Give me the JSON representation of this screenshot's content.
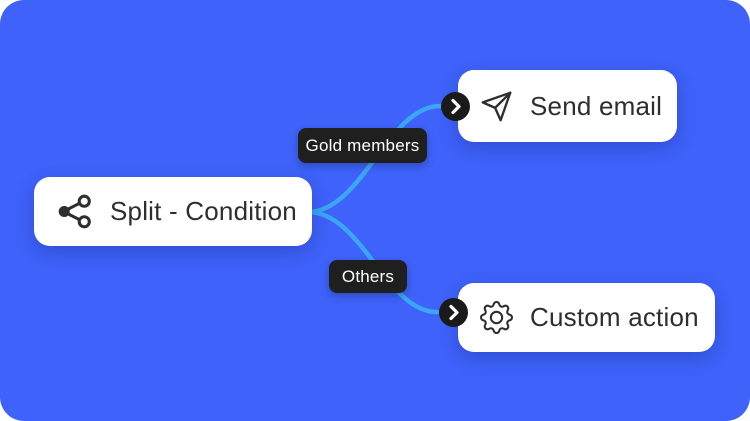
{
  "colors": {
    "canvas_bg": "#3E62FA",
    "connector": "#3BA6F5",
    "node_bg": "#FFFFFF",
    "node_text": "#2E2E2E",
    "pill_bg": "#1F1F1F",
    "pill_text": "#FFFFFF",
    "port_bg": "#1A1A1A"
  },
  "nodes": [
    {
      "id": "split",
      "label": "Split - Condition",
      "icon": "split-branch-icon"
    },
    {
      "id": "send-email",
      "label": "Send email",
      "icon": "send-icon"
    },
    {
      "id": "custom-action",
      "label": "Custom action",
      "icon": "gear-icon"
    }
  ],
  "branch_labels": [
    {
      "label": "Gold members"
    },
    {
      "label": "Others"
    }
  ],
  "ports": [
    {
      "icon": "chevron-right-icon"
    },
    {
      "icon": "chevron-right-icon"
    }
  ]
}
